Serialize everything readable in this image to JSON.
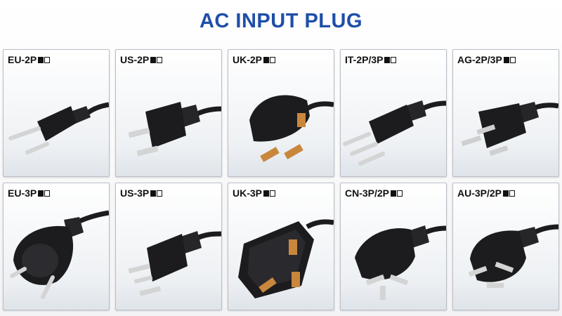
{
  "title": "AC INPUT PLUG",
  "plugs": [
    {
      "code": "EU-2P",
      "icon": "eu-2p-plug-icon"
    },
    {
      "code": "US-2P",
      "icon": "us-2p-plug-icon"
    },
    {
      "code": "UK-2P",
      "icon": "uk-2p-plug-icon"
    },
    {
      "code": "IT-2P/3P",
      "icon": "it-plug-icon"
    },
    {
      "code": "AG-2P/3P",
      "icon": "ag-plug-icon"
    },
    {
      "code": "EU-3P",
      "icon": "eu-3p-plug-icon"
    },
    {
      "code": "US-3P",
      "icon": "us-3p-plug-icon"
    },
    {
      "code": "UK-3P",
      "icon": "uk-3p-plug-icon"
    },
    {
      "code": "CN-3P/2P",
      "icon": "cn-plug-icon"
    },
    {
      "code": "AU-3P/2P",
      "icon": "au-plug-icon"
    }
  ],
  "colors": {
    "title": "#1e4fa8",
    "plug_body": "#1c1c1e",
    "metal_pin": "#cfcfcf",
    "uk_pin": "#c9873c"
  }
}
